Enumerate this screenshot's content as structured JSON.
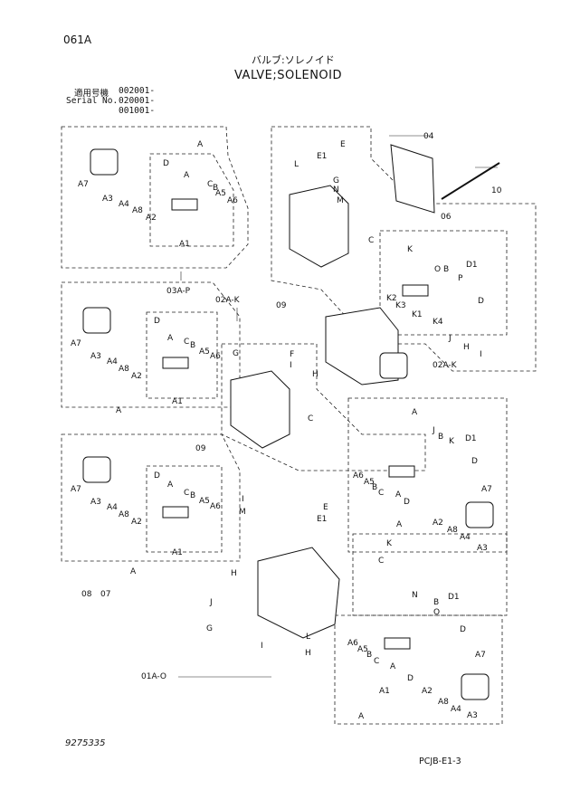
{
  "page_code": "061A",
  "title_jp": "バルブ:ソレノイド",
  "title_en": "VALVE;SOLENOID",
  "serial_labels": [
    "適用号機",
    "Serial No."
  ],
  "serial_values": [
    "002001-",
    "020001-",
    "001001-"
  ],
  "footer_left": "9275335",
  "footer_right": "PCJB-E1-3",
  "callouts": {
    "upper": [
      "A",
      "E",
      "E1",
      "04",
      "10",
      "06",
      "L",
      "G",
      "N",
      "M",
      "C",
      "K",
      "A7",
      "A3",
      "A4",
      "A8",
      "A2",
      "A1",
      "D",
      "C",
      "B",
      "A5",
      "A6",
      "A",
      "B",
      "P",
      "D1",
      "D",
      "O",
      "03A-P",
      "09",
      "K2",
      "K3",
      "K1",
      "K4",
      "J",
      "H",
      "I",
      "02A-K",
      "02A-K"
    ],
    "middle": [
      "A7",
      "A3",
      "A4",
      "A8",
      "A2",
      "A",
      "D",
      "C",
      "B",
      "A5",
      "A6",
      "A1",
      "A",
      "G",
      "F",
      "I",
      "H",
      "C",
      "09",
      "A",
      "J",
      "B",
      "K",
      "D1",
      "D",
      "A6",
      "A5",
      "B",
      "C",
      "A",
      "D",
      "A7",
      "A2",
      "A8",
      "A4",
      "A3",
      "A"
    ],
    "lower": [
      "A7",
      "A3",
      "A4",
      "A8",
      "A2",
      "A",
      "D",
      "C",
      "B",
      "A5",
      "A6",
      "A1",
      "I",
      "M",
      "E",
      "E1",
      "K",
      "C",
      "H",
      "A",
      "08",
      "07",
      "J",
      "G",
      "I",
      "L",
      "H",
      "N",
      "B",
      "O",
      "D1",
      "D",
      "A6",
      "A5",
      "B",
      "C",
      "A",
      "D",
      "A7",
      "A1",
      "A2",
      "A8",
      "A4",
      "A3",
      "A",
      "01A-O"
    ]
  }
}
